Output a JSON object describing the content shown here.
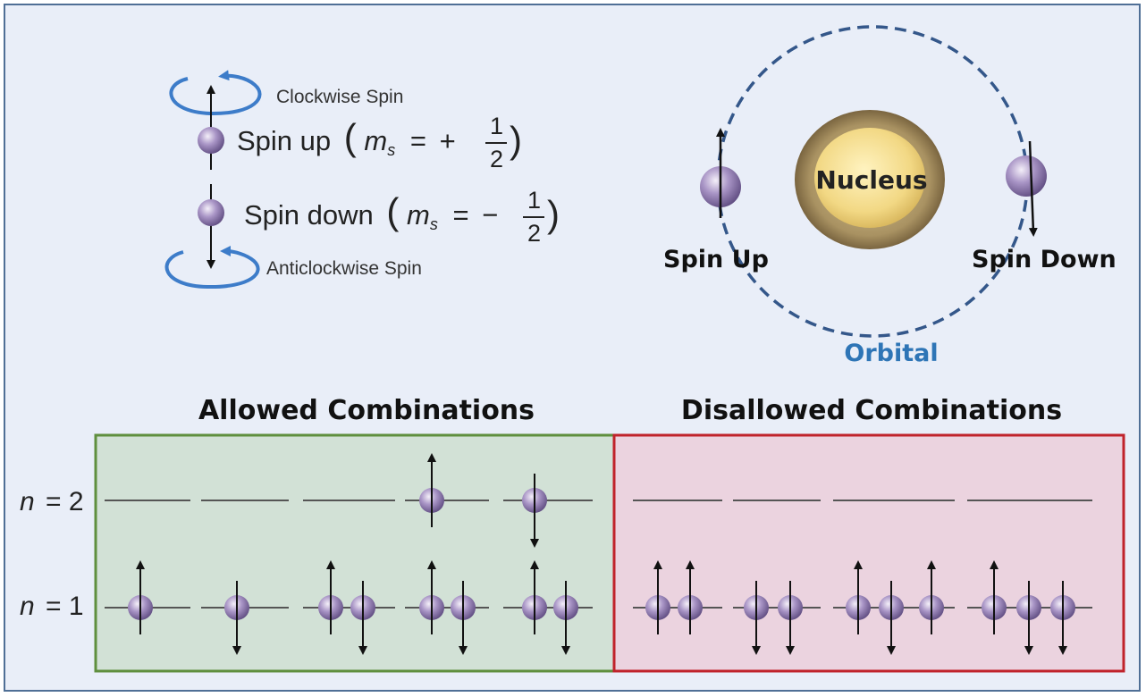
{
  "spin_legend": {
    "clockwise_label": "Clockwise Spin",
    "spin_up_text": "Spin up",
    "spin_up_value": "+",
    "spin_down_text": "Spin down",
    "spin_down_value": "−",
    "ms_symbol": "m",
    "ms_subscript": "s",
    "equals": "=",
    "fraction_numerator": "1",
    "fraction_denominator": "2",
    "open_paren": "(",
    "close_paren": ")",
    "anticlockwise_label": "Anticlockwise Spin"
  },
  "orbital_diagram": {
    "nucleus_label": "Nucleus",
    "spin_up_label": "Spin Up",
    "spin_down_label": "Spin Down",
    "orbital_label": "Orbital"
  },
  "combinations": {
    "allowed_title": "Allowed Combinations",
    "disallowed_title": "Disallowed Combinations",
    "level_n2_var": "n",
    "level_n2_value": "= 2",
    "level_n1_var": "n",
    "level_n1_value": "= 1"
  },
  "colors": {
    "allowed_bg": "#d2e1d6",
    "allowed_border": "#5f8f3e",
    "disallowed_bg": "#ebd3df",
    "disallowed_border": "#c0232b",
    "orbital_dash": "#34578a",
    "orbital_label": "#2e75b6",
    "spin_arrow_blue": "#3d7cc9"
  }
}
